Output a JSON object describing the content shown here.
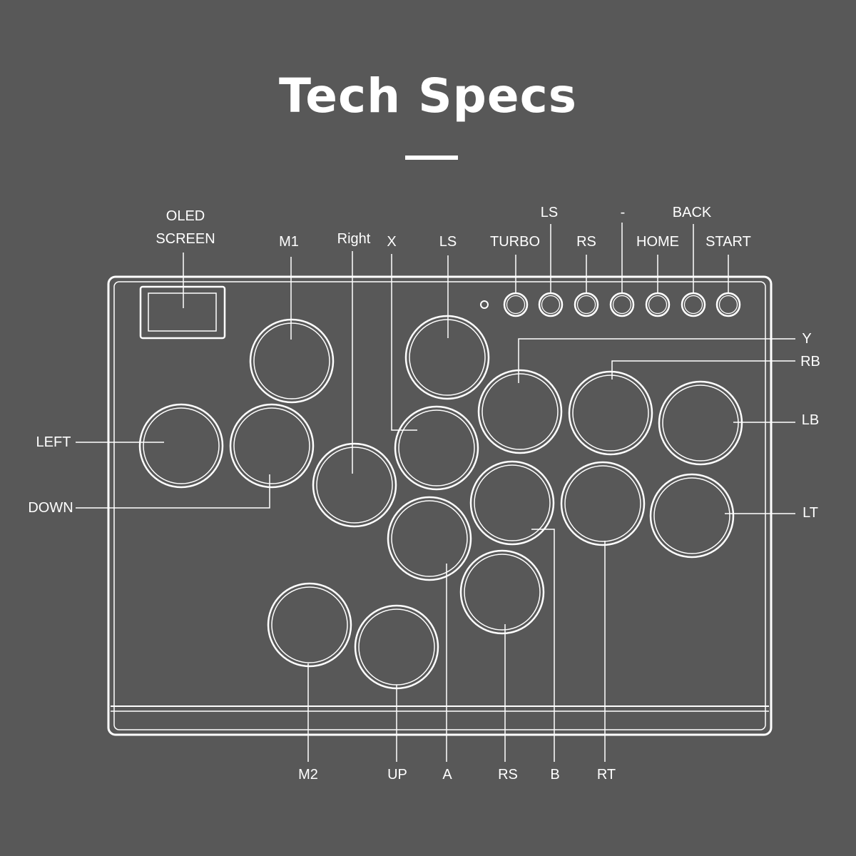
{
  "header": {
    "title": "Tech Specs"
  },
  "labels": {
    "oled_line1": "OLED",
    "oled_line2": "SCREEN",
    "m1": "M1",
    "right": "Right",
    "x": "X",
    "ls_top": "LS",
    "turbo": "TURBO",
    "ls_small": "LS",
    "rs_small": "RS",
    "minus": "-",
    "home": "HOME",
    "back": "BACK",
    "start": "START",
    "y": "Y",
    "rb": "RB",
    "lb": "LB",
    "lt": "LT",
    "left": "LEFT",
    "down": "DOWN",
    "m2": "M2",
    "up": "UP",
    "a": "A",
    "rs_bottom": "RS",
    "b": "B",
    "rt": "RT"
  },
  "colors": {
    "background": "#585858",
    "line": "#ffffff"
  }
}
